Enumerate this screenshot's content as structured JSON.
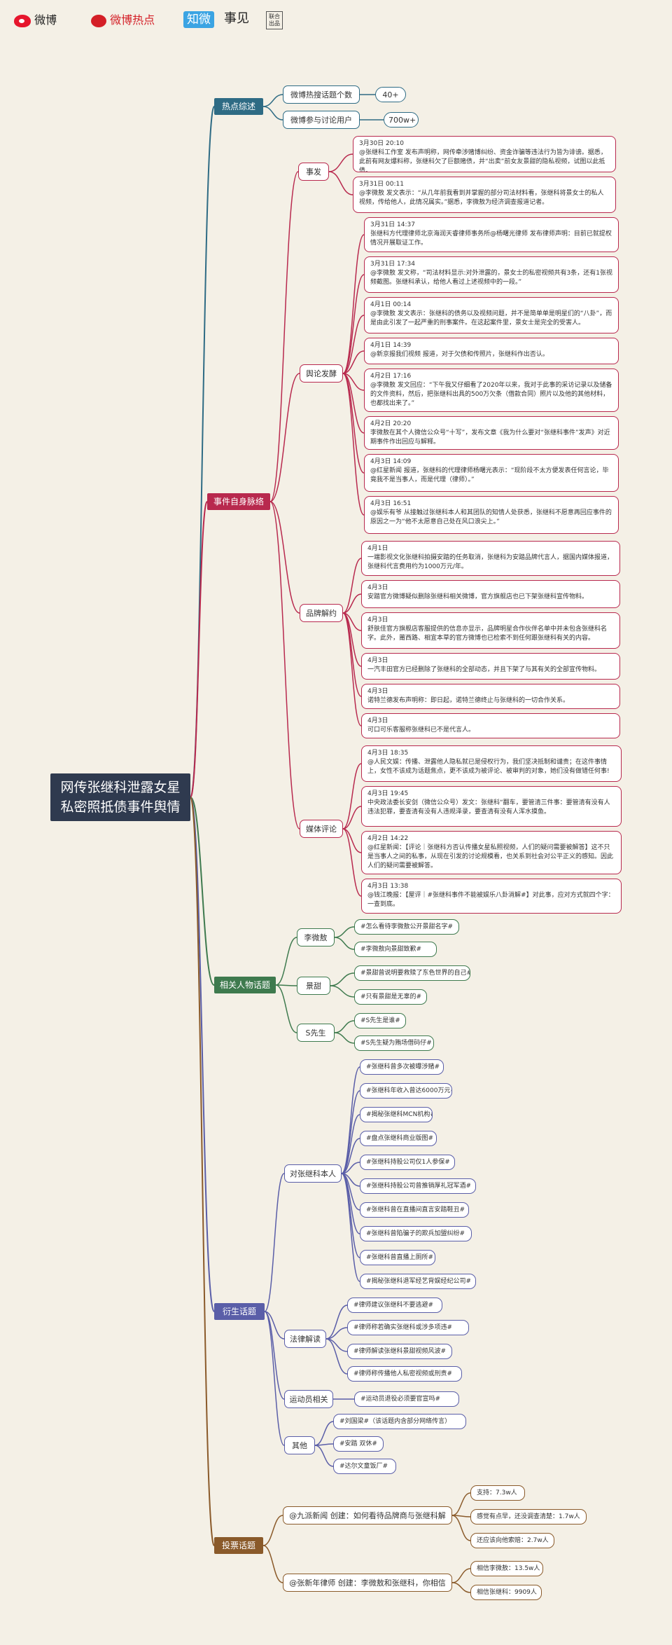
{
  "header": {
    "weibo": "微博",
    "weibo_hot": "微博热点",
    "zhiwei": "知微",
    "shijian": "事见",
    "joint": "联合\n出品"
  },
  "colors": {
    "blue": "#2e6b84",
    "red": "#b8294e",
    "green": "#3e7a4e",
    "indigo": "#5a5ea8",
    "brown": "#8a5a2a",
    "root": "#2f3a4f"
  },
  "root": {
    "title": "网传张继科泄露女星\n私密照抵债事件舆情"
  },
  "hot": {
    "label": "热点综述",
    "items": [
      {
        "label": "微博热搜话题个数",
        "value": "40+"
      },
      {
        "label": "微博参与讨论用户数",
        "value": "700w+"
      }
    ]
  },
  "event": {
    "label": "事件自身脉络",
    "fa": {
      "label": "事发",
      "items": [
        "3月30日 20:10\n@张继科工作室 发布声明称，网传牵涉赌博纠纷、资金诈骗等违法行为皆为诽谤。据悉，此前有网友爆料称，张继科欠了巨额赌债，并“出卖”前女友景甜的隐私视频，试图以此抵债。",
        "3月31日 00:11\n@李微敖 发文表示：“从几年前我看到并掌握的部分司法材料看，张继科将景女士的私人视频，传给他人，此情况属实。”据悉，李微敖为经济调查报道记者。"
      ]
    },
    "yulun": {
      "label": "舆论发酵",
      "items": [
        "3月31日 14:37\n张继科方代理律师北京海润天睿律师事务所@杨曙光律师 发布律师声明：目前已就提权情况开展取证工作。",
        "3月31日 17:34\n@李微敖 发文称，“司法材料显示:对外泄露的，景女士的私密视频共有3条，还有1张视频截图。张继科承认，给他人看过上述视频中的一段。”",
        "4月1日 00:14\n@李微敖 发文表示：张继科的债务以及视频问题，并不是简单单是明星们的“八卦”，而是由此引发了一起严重的刑事案件。在这起案件里，景女士是完全的受害人。",
        "4月1日 14:39\n@新京报我们视频 报道，对于欠债和传照片，张继科作出否认。",
        "4月2日 17:16\n@李微敖 发文回应：“下午我又仔细看了2020年以来，我对于此事的采访记录以及储备的文件资料，然后，把张继科出具的500万欠条（借款合同）照片以及他的其他材料，也都找出来了。”",
        "4月2日 20:20\n李微敖在其个人微信公众号“十写”，发布文章《我为什么要对“张继科事件”发声》对近期事件作出回应与解释。",
        "4月3日 14:09\n@红星新闻 报道，张继科的代理律师杨曙光表示：“现阶段不太方便发表任何言论，毕竟我不是当事人，而是代理（律师）。”",
        "4月3日 16:51\n@娱乐有爷 从接触过张继科本人和其团队的知情人处获悉，张继科不愿意再回应事件的原因之一为“他不太愿意自己处在风口浪尖上。”"
      ]
    },
    "pinpai": {
      "label": "品牌解约",
      "items": [
        "4月1日\n一端影视文化张继科拍摄安踏的任务取消，张继科为安踏品牌代言人，据国内媒体报道，张继科代言费用约为1000万元/年。",
        "4月3日\n安踏官方微博疑似删除张继科相关微博，官方旗舰店也已下架张继科宣传物料。",
        "4月3日\n舒肤佳官方旗舰店客服提供的信息亦显示，品牌明星合作伙伴名单中并未包含张继科名字。此外，莆西路、相宜本草的官方微博也已检索不到任何跟张继科有关的内容。",
        "4月3日\n一汽丰田官方已经删除了张继科的全部动态，并且下架了与其有关的全部宣传物料。",
        "4月3日\n诺特兰德发布声明称：即日起，诺特兰德终止与张继科的一切合作关系。",
        "4月3日\n可口可乐客服称张继科已不是代言人。"
      ]
    },
    "meiti": {
      "label": "媒体评论",
      "items": [
        "4月3日 18:35\n@人民文娱：传播、泄露他人隐私就已是侵权行为，我们坚决抵制和谴责；在这件事情上，女性不该成为话题焦点，更不该成为被评论、被审判的对象，她们没有做错任何事!",
        "4月3日 19:45\n中央政法委长安剑（微信公众号）发文：张继科“翻车，要管清三件事：要管清有没有人违法犯罪，要查清有没有人违规泽录，要查清有没有人浑水摸鱼。",
        "4月2日 14:22\n@红星新闻：【评论｜张继科方否认传播女星私照视频，人们的疑问需要被解答】这不只是当事人之间的私事，从现在引发的讨论规模看，也关系到社会对公平正义的感知。因此人们的疑问需要被解答。",
        "4月3日 13:38\n@钱江晚报：【屋评｜#张继科事件不能被娱乐八卦消解#】对此事，应对方式就四个字：一查到底。"
      ]
    }
  },
  "people": {
    "label": "相关人物话题",
    "groups": [
      {
        "label": "李微敖",
        "tags": [
          "#怎么看待李微敖公开景甜名字#",
          "#李微敖向景甜致歉#"
        ]
      },
      {
        "label": "景甜",
        "tags": [
          "#景甜曾说明要救赎了东色世界的自己#",
          "#只有景甜是无辜的#"
        ]
      },
      {
        "label": "S先生",
        "tags": [
          "#S先生是谁#",
          "#S先生疑为贿场借码仔#"
        ]
      }
    ]
  },
  "derived": {
    "label": "衍生话题",
    "groups": [
      {
        "label": "对张继科本人",
        "tags": [
          "#张继科曾多次被曝涉赌#",
          "#张继科年收入曾达6000万元#",
          "#揭秘张继科MCN机构#",
          "#盘点张继科商业版图#",
          "#张继科持股公司仅1人参保#",
          "#张继科持股公司曾推销厚礼冠军酒#",
          "#张继科曾在直播间直言安踏鞋丑#",
          "#张继科曾陷骗子的欺兵加盟纠纷#",
          "#张继科曾直播上厕所#",
          "#揭秘张继科退军经艺背娱经纪公司#"
        ]
      },
      {
        "label": "法律解读",
        "tags": [
          "#律师建议张继科不要逃避#",
          "#律师称若确实张继科或涉多项违#",
          "#律师解读张继科景甜视频风波#",
          "#律师称传播他人私密视频或刑责#"
        ]
      },
      {
        "label": "运动员相关",
        "tags": [
          "#运动员退役必须要官宣吗#"
        ]
      },
      {
        "label": "其他",
        "tags": [
          "#刘国梁#（该话题内含部分网络传言）",
          "#安踏 双休#",
          "#达尔文童饭厂#"
        ]
      }
    ]
  },
  "votes": {
    "label": "投票话题",
    "items": [
      {
        "title": "@九派新闻 创建：如何看待品牌商与张继科解约?",
        "options": [
          "支持：7.3w人",
          "感觉有点早，还没调查清楚：1.7w人",
          "还应该向他索赔：2.7w人"
        ]
      },
      {
        "title": "@张新年律师 创建：李微敖和张继科，你相信谁?",
        "options": [
          "相信李微敖：13.5w人",
          "相信张继科：9909人"
        ]
      }
    ]
  }
}
